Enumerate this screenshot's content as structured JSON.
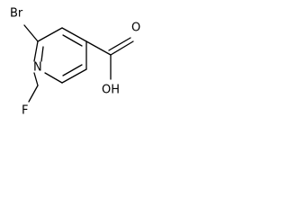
{
  "molecule": {
    "atoms": {
      "bromine": "Br",
      "nitrogen": "N",
      "fluorine": "F",
      "carbonyl_oxygen": "O",
      "hydroxyl": "OH"
    }
  }
}
